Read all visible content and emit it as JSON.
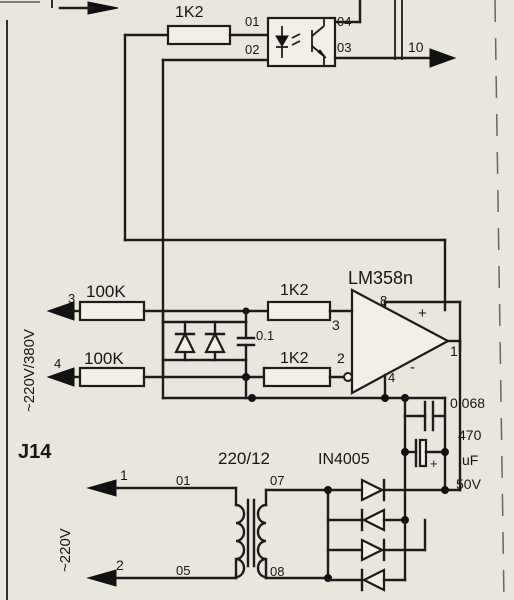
{
  "top": {
    "resistor_top": "1K2",
    "pin_01": "01",
    "pin_02": "02",
    "pin_03": "03",
    "pin_04": "04",
    "pin_10": "10"
  },
  "inputs": {
    "side_label": "~220V/380V",
    "pin_3": "3",
    "pin_4": "4",
    "r_in_1": "100K",
    "r_in_2": "100K"
  },
  "opamp": {
    "part": "LM358n",
    "pin_8": "8",
    "pin_3": "3",
    "pin_2": "2",
    "pin_4": "4",
    "pin_1": "1",
    "plus": "+",
    "minus": "-",
    "r_plus": "1K2",
    "r_minus": "1K2",
    "cap_small": "0.1"
  },
  "supply": {
    "connector": "J14",
    "transformer": "220/12",
    "pin_1": "1",
    "pin_2": "2",
    "t_01": "01",
    "t_05": "05",
    "t_07": "07",
    "t_08": "08",
    "side_label": "~220V",
    "diode": "IN4005",
    "cap_1": "0.068",
    "cap_2_val": "470",
    "cap_2_unit": "uF",
    "cap_2_volt": "50V",
    "cap_plus": "+"
  }
}
